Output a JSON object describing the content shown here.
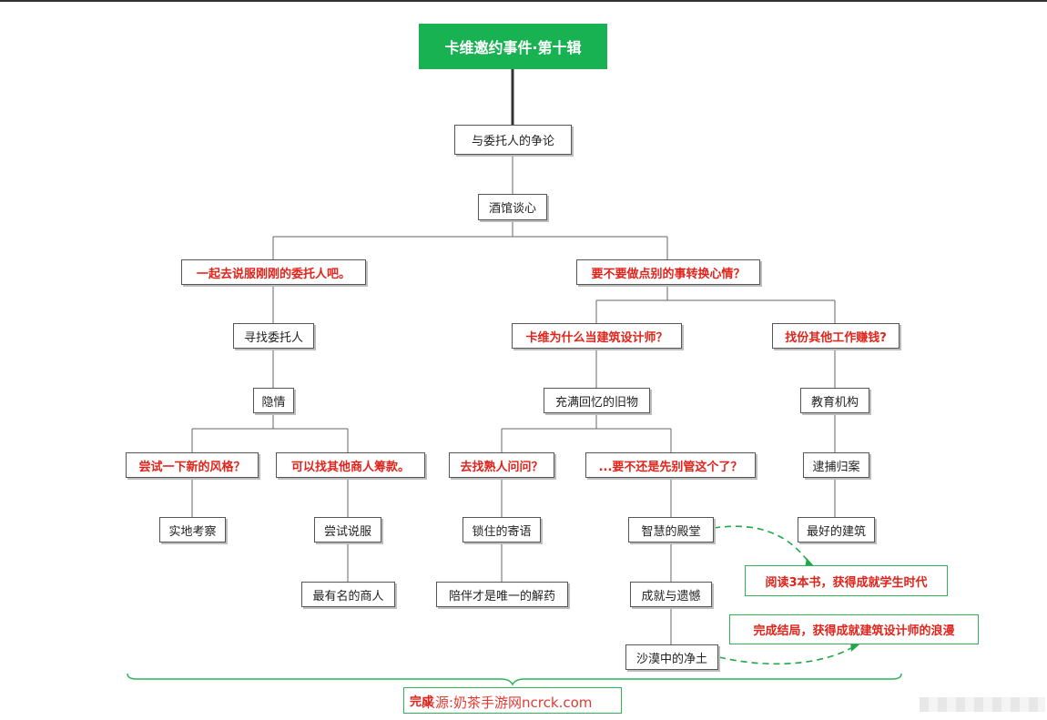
{
  "root": "卡维邀约事件·第十辑",
  "nodes": {
    "argue_client": "与委托人的争论",
    "tavern_talk": "酒馆谈心",
    "persuade_client": "一起去说服刚刚的委托人吧。",
    "change_mood": "要不要做点别的事转换心情？",
    "find_client": "寻找委托人",
    "hidden_story": "隐情",
    "try_new_style": "尝试一下新的风格？",
    "ask_merchants": "可以找其他商人筹款。",
    "site_survey": "实地考察",
    "try_persuade": "尝试说服",
    "famous_merchant": "最有名的商人",
    "why_architect": "卡维为什么当建筑设计师？",
    "find_other_work": "找份其他工作赚钱?",
    "memory_items": "充满回忆的旧物",
    "ask_acquaintance": "去找熟人问问？",
    "leave_it": "...要不还是先别管这个了？",
    "locked_message": "锁住的寄语",
    "companionship": "陪伴才是唯一的解药",
    "wisdom_palace": "智慧的殿堂",
    "achievement_regret": "成就与遗憾",
    "desert_paradise": "沙漠中的净土",
    "education_org": "教育机构",
    "arrest_case": "逮捕归案",
    "best_building": "最好的建筑",
    "read_books": "阅读3本书，获得成就学生时代",
    "complete_ending": "完成结局，获得成就建筑设计师的浪漫",
    "final_box": "完成"
  },
  "watermark": "来源:奶茶手游网ncrck.com",
  "colors": {
    "root_bg": "#19b253",
    "question_text": "#e0241b",
    "achievement_border": "#2fb35a",
    "line": "#666666"
  }
}
